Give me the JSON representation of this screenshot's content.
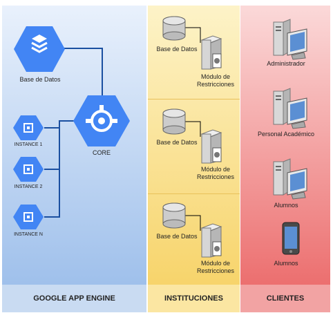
{
  "columns": {
    "gae": {
      "title": "GOOGLE APP ENGINE"
    },
    "instituciones": {
      "title": "INSTITUCIONES"
    },
    "clientes": {
      "title": "CLIENTES"
    }
  },
  "gae": {
    "datastore_label": "Base de Datos",
    "core_label": "CORE",
    "instances": [
      "INSTANCE 1",
      "INSTANCE 2",
      "INSTANCE N"
    ]
  },
  "instituciones": {
    "panels": [
      {
        "db_label": "Base de Datos",
        "module_line1": "Módulo de",
        "module_line2": "Restricciones"
      },
      {
        "db_label": "Base de Datos",
        "module_line1": "Módulo de",
        "module_line2": "Restricciones"
      },
      {
        "db_label": "Base de Datos",
        "module_line1": "Módulo de",
        "module_line2": "Restricciones"
      }
    ]
  },
  "clientes": {
    "items": [
      "Administrador",
      "Personal Académico",
      "Alumnos",
      "Alumnos"
    ]
  },
  "colors": {
    "gcp_blue": "#4285f4",
    "connector": "#1a4fa0"
  }
}
